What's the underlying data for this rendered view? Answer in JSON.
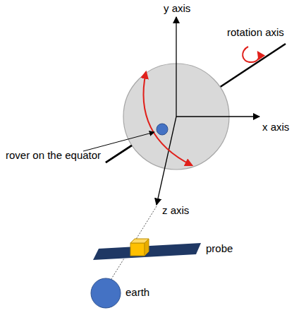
{
  "diagram": {
    "labels": [
      "y axis",
      "rotation axis",
      "x axis",
      "rover on the equator",
      "z axis",
      "probe",
      "earth"
    ]
  }
}
